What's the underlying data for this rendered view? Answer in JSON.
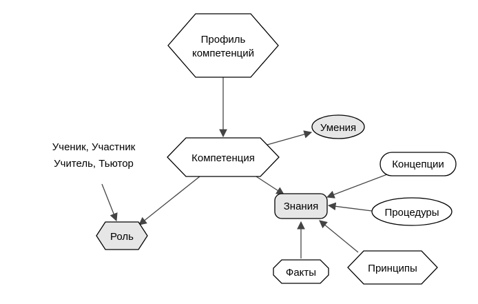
{
  "diagram": {
    "nodes": {
      "profile": {
        "line1": "Профиль",
        "line2": "компетенций",
        "fill": "#ffffff"
      },
      "competence": {
        "label": "Компетенция",
        "fill": "#ffffff"
      },
      "skills": {
        "label": "Умения",
        "fill": "#e6e6e6"
      },
      "concepts": {
        "label": "Концепции",
        "fill": "#ffffff"
      },
      "knowledge": {
        "label": "Знания",
        "fill": "#e6e6e6"
      },
      "procedures": {
        "label": "Процедуры",
        "fill": "#ffffff"
      },
      "role": {
        "label": "Роль",
        "fill": "#e6e6e6"
      },
      "facts": {
        "label": "Факты",
        "fill": "#ffffff"
      },
      "principles": {
        "label": "Принципы",
        "fill": "#ffffff"
      }
    },
    "annotation": {
      "line1": "Ученик, Участник",
      "line2": "Учитель, Тьютор"
    },
    "edges": [
      {
        "from": "profile",
        "to": "competence"
      },
      {
        "from": "competence",
        "to": "skills"
      },
      {
        "from": "competence",
        "to": "knowledge"
      },
      {
        "from": "competence",
        "to": "role"
      },
      {
        "from": "annotation",
        "to": "role"
      },
      {
        "from": "concepts",
        "to": "knowledge"
      },
      {
        "from": "procedures",
        "to": "knowledge"
      },
      {
        "from": "principles",
        "to": "knowledge"
      },
      {
        "from": "facts",
        "to": "knowledge"
      }
    ],
    "colors": {
      "edge": "#444444",
      "outline": "#000000"
    }
  }
}
